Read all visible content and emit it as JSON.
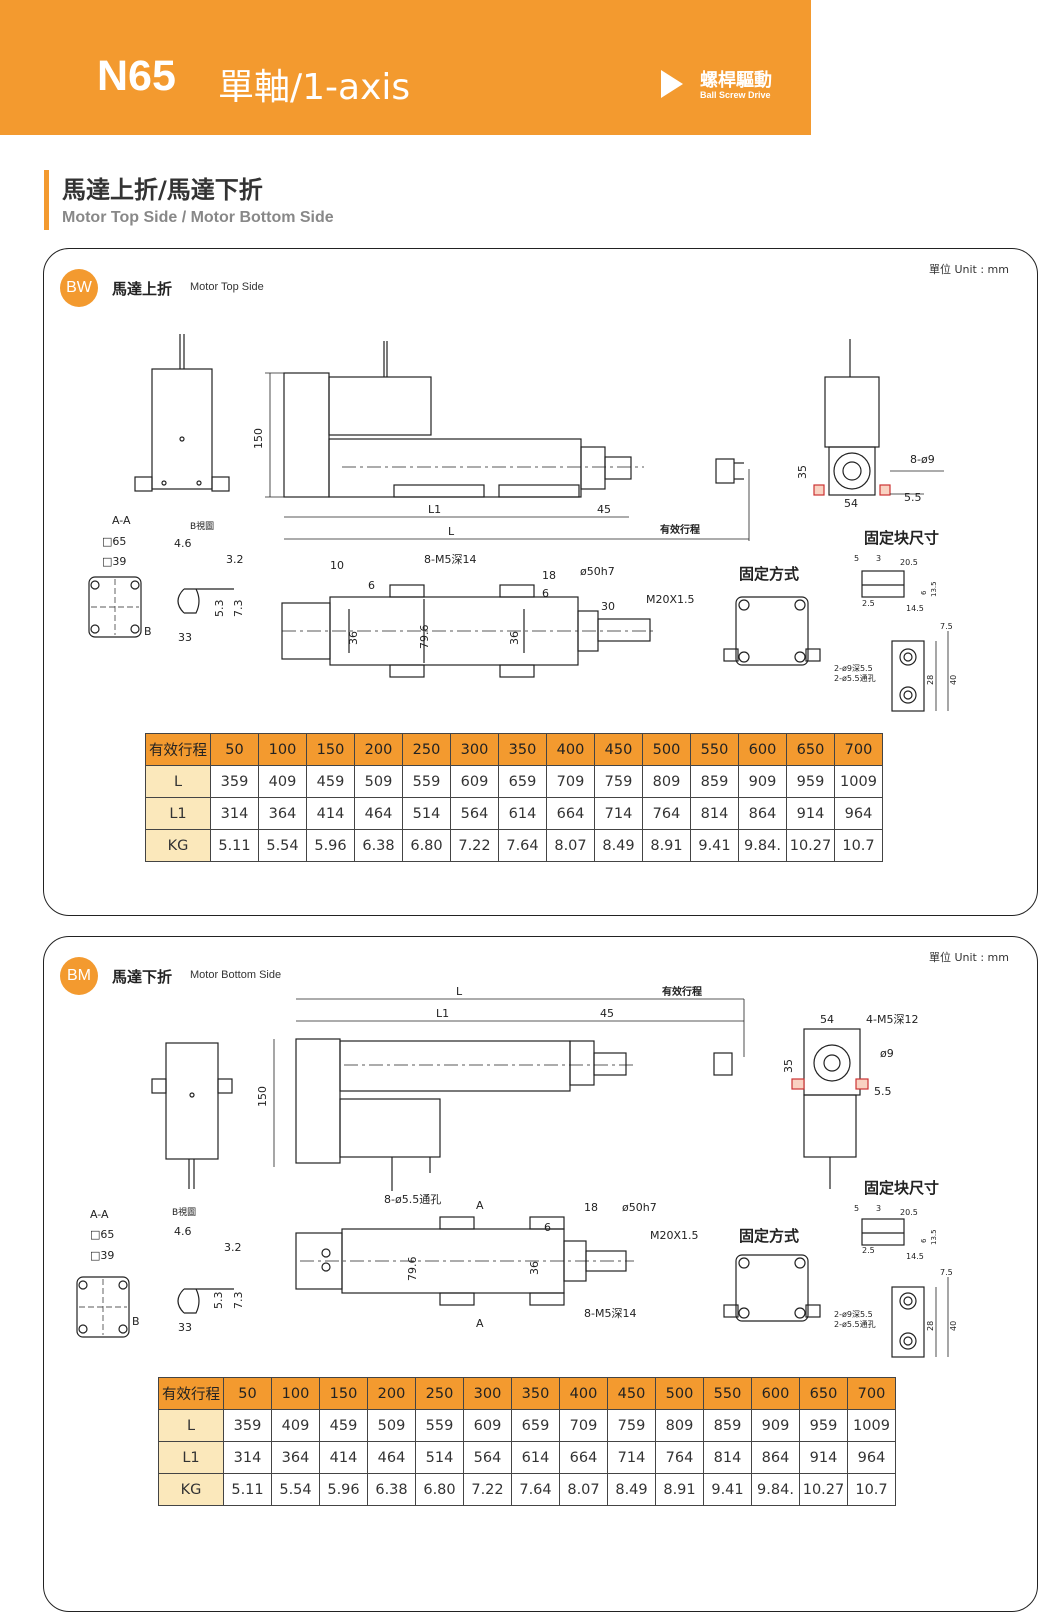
{
  "header": {
    "model": "N65",
    "subtitle": "單軸/1-axis",
    "drive_zh": "螺桿驅動",
    "drive_en": "Ball Screw Drive"
  },
  "section": {
    "title_zh": "馬達上折/馬達下折",
    "title_en": "Motor Top Side / Motor Bottom Side"
  },
  "colors": {
    "accent": "#f39a2f",
    "row_header": "#fbe8bb"
  },
  "panel_top": {
    "badge": "BW",
    "title_zh": "馬達上折",
    "title_en": "Motor Top Side",
    "unit": "單位 Unit : mm",
    "labels": {
      "aa": "A-A",
      "sq65": "□65",
      "sq39": "□39",
      "b": "B",
      "b_view": "B視圖",
      "d46": "4.6",
      "d32": "3.2",
      "d53": "5.3",
      "d73": "7.3",
      "d33": "33",
      "d150": "150",
      "L1": "L1",
      "L": "L",
      "d45": "45",
      "stroke": "有效行程",
      "m5": "8-M5深14",
      "d10": "10",
      "d6": "6",
      "d18": "18",
      "d50h7": "ø50h7",
      "d30": "30",
      "m20": "M20X1.5",
      "d36a": "36",
      "d796": "79.6",
      "d36b": "36",
      "d6b": "6",
      "d35": "35",
      "d54": "54",
      "d9": "8-ø9",
      "d55": "5.5",
      "fix_method": "固定方式",
      "fix_size": "固定块尺寸",
      "f5": "5",
      "f3": "3",
      "f205": "20.5",
      "f25": "2.5",
      "f145": "14.5",
      "f6": "6",
      "f135": "13.5",
      "f75": "7.5",
      "f28": "28",
      "f40": "40",
      "holes1": "2-ø9深5.5",
      "holes2": "2-ø5.5通孔"
    }
  },
  "panel_bottom": {
    "badge": "BM",
    "title_zh": "馬達下折",
    "title_en": "Motor Bottom Side",
    "unit": "單位 Unit : mm",
    "labels": {
      "aa": "A-A",
      "sq65": "□65",
      "sq39": "□39",
      "b": "B",
      "b_view": "B視圖",
      "d46": "4.6",
      "d32": "3.2",
      "d53": "5.3",
      "d73": "7.3",
      "d33": "33",
      "L": "L",
      "stroke": "有效行程",
      "L1": "L1",
      "d45": "45",
      "d150": "150",
      "d54": "54",
      "m5_12": "4-M5深12",
      "d9": "ø9",
      "d35": "35",
      "d55": "5.5",
      "holes_thru": "8-ø5.5通孔",
      "A": "A",
      "A2": "A",
      "d18": "18",
      "d50h7": "ø50h7",
      "d6": "6",
      "m20": "M20X1.5",
      "d796": "79.6",
      "d36": "36",
      "m5_14": "8-M5深14",
      "fix_method": "固定方式",
      "fix_size": "固定块尺寸",
      "f5": "5",
      "f3": "3",
      "f205": "20.5",
      "f25": "2.5",
      "f145": "14.5",
      "f6": "6",
      "f135": "13.5",
      "f75": "7.5",
      "f28": "28",
      "f40": "40",
      "holes1": "2-ø9深5.5",
      "holes2": "2-ø5.5通孔"
    }
  },
  "spec_table": {
    "header_label": "有效行程",
    "strokes": [
      "50",
      "100",
      "150",
      "200",
      "250",
      "300",
      "350",
      "400",
      "450",
      "500",
      "550",
      "600",
      "650",
      "700"
    ],
    "rows": [
      {
        "label": "L",
        "values": [
          "359",
          "409",
          "459",
          "509",
          "559",
          "609",
          "659",
          "709",
          "759",
          "809",
          "859",
          "909",
          "959",
          "1009"
        ]
      },
      {
        "label": "L1",
        "values": [
          "314",
          "364",
          "414",
          "464",
          "514",
          "564",
          "614",
          "664",
          "714",
          "764",
          "814",
          "864",
          "914",
          "964"
        ]
      },
      {
        "label": "KG",
        "values": [
          "5.11",
          "5.54",
          "5.96",
          "6.38",
          "6.80",
          "7.22",
          "7.64",
          "8.07",
          "8.49",
          "8.91",
          "9.41",
          "9.84.",
          "10.27",
          "10.7"
        ]
      }
    ]
  }
}
